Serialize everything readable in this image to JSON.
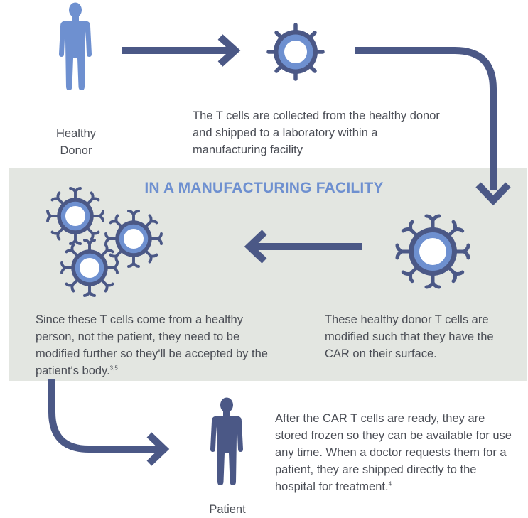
{
  "band": {
    "title": "IN A MANUFACTURING FACILITY"
  },
  "donor": {
    "label_line1": "Healthy",
    "label_line2": "Donor"
  },
  "patient": {
    "label": "Patient"
  },
  "steps": {
    "collect": "The T cells are collected from the healthy donor and shipped to a laboratory within a manufacturing facility",
    "modify": "These healthy donor T cells are modified such that they have the CAR on their surface.",
    "further_text": "Since these T cells come from a healthy person, not the patient, they need to be modified further so they'll be accepted by the patient's body.",
    "further_ref": "3,5",
    "store_text": "After the CAR T cells are ready, they are stored frozen so they can be available for use any time. When a doctor requests them for a patient, they are shipped directly to the hospital for treatment.",
    "store_ref": "4"
  },
  "colors": {
    "arrow": "#4b5886",
    "cell_dark": "#4b5886",
    "cell_mid": "#6e90d0",
    "band": "#e3e6e1",
    "title": "#6e90d0",
    "donor_figure": "#6e90d0",
    "patient_figure": "#4b5886"
  },
  "icons": [
    "person-icon",
    "t-cell-icon",
    "car-t-cell-icon",
    "arrow-icon"
  ]
}
